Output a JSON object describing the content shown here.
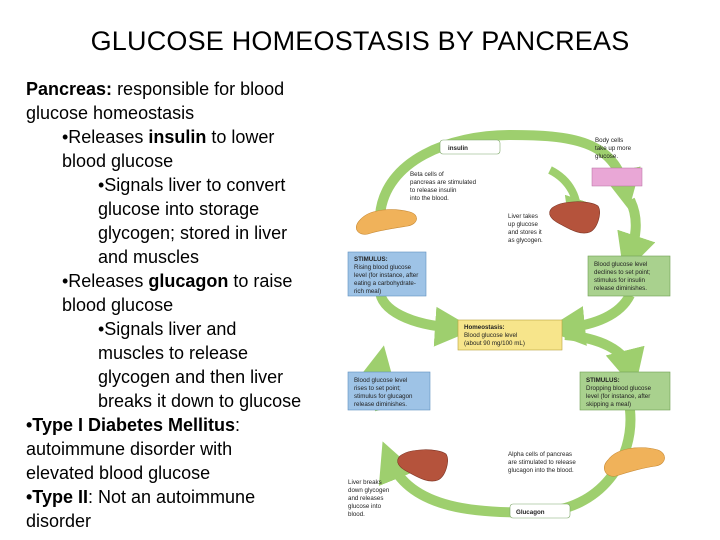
{
  "title": "GLUCOSE HOMEOSTASIS BY PANCREAS",
  "text_lines": {
    "p1a_bold": "Pancreas:",
    "p1a_rest": " responsible for blood",
    "p1b": "glucose homeostasis",
    "b1a_pre": "•Releases ",
    "b1a_bold": "insulin",
    "b1a_post": " to lower",
    "b1b": "blood glucose",
    "s1a": "•Signals liver to convert",
    "s1b": "glucose into storage",
    "s1c": "glycogen; stored in liver",
    "s1d": "and muscles",
    "b2a_pre": "•Releases ",
    "b2a_bold": "glucagon",
    "b2a_post": " to raise",
    "b2b": "blood glucose",
    "s2a": "•Signals liver and",
    "s2b": "muscles to release",
    "s2c": "glycogen and then liver",
    "s2d": "breaks it down to glucose",
    "t1_bold": "•Type I Diabetes Mellitus",
    "t1_rest": ":",
    "t1b": "autoimmune disorder with",
    "t1c": "elevated blood glucose",
    "t2_bold": "•Type II",
    "t2_rest": ": Not an autoimmune",
    "t2b": "disorder"
  },
  "diagram": {
    "insulin_label": "insulin",
    "glucagon_label": "Glucagon",
    "body_cells": [
      "Body cells",
      "take up more",
      "glucose."
    ],
    "beta_cells": [
      "Beta cells of",
      "pancreas are stimulated",
      "to release insulin",
      "into the blood."
    ],
    "liver_takes": [
      "Liver takes",
      "up glucose",
      "and stores it",
      "as glycogen."
    ],
    "stimulus_rising": [
      "STIMULUS:",
      "Rising blood glucose",
      "level (for instance, after",
      "eating a carbohydrate-",
      "rich meal)"
    ],
    "declines": [
      "Blood glucose level",
      "declines to set point;",
      "stimulus for insulin",
      "release diminishes."
    ],
    "homeostasis": [
      "Homeostasis:",
      "Blood glucose level",
      "(about 90 mg/100 mL)"
    ],
    "rises": [
      "Blood glucose level",
      "rises to set point;",
      "stimulus for glucagon",
      "release diminishes."
    ],
    "stimulus_dropping": [
      "STIMULUS:",
      "Dropping blood glucose",
      "level (for instance, after",
      "skipping a meal)"
    ],
    "alpha_cells": [
      "Alpha cells of pancreas",
      "are stimulated to release",
      "glucagon into the blood."
    ],
    "liver_breaks": [
      "Liver breaks",
      "down glycogen",
      "and releases",
      "glucose into",
      "blood."
    ],
    "colors": {
      "arrow": "#9ecf6e",
      "box_green": "#a9d18e",
      "box_blue": "#9ec3e6",
      "box_yellow": "#f7e58b",
      "box_pink": "#e9a7d6",
      "liver": "#b5533c",
      "pancreas": "#f0b25a"
    }
  }
}
